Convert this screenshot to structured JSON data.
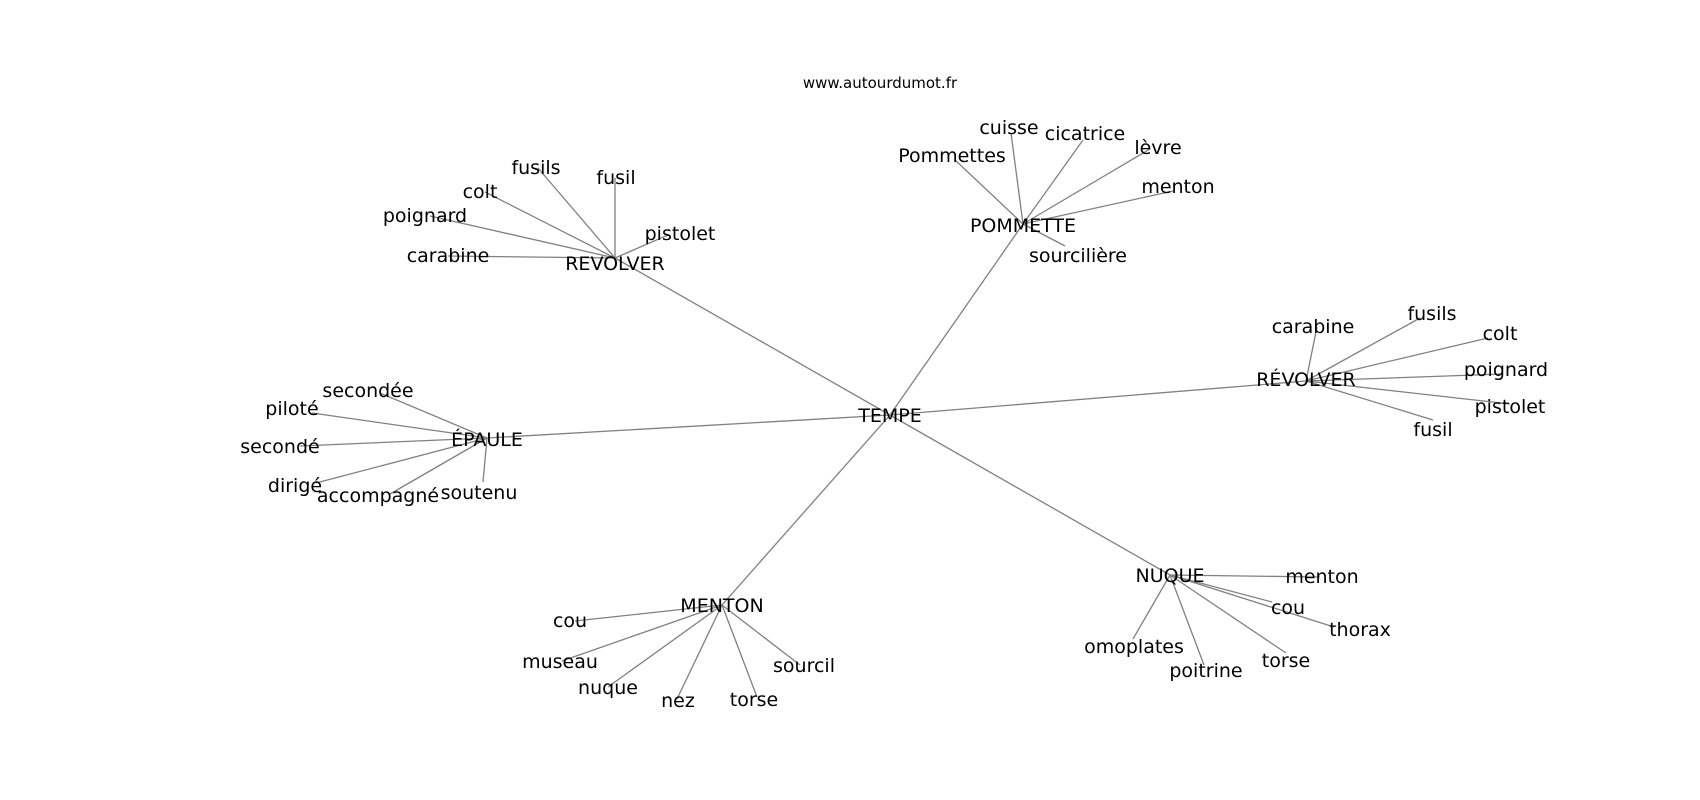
{
  "source_label": "www.autourdumot.fr",
  "graph": {
    "center": "TEMPE",
    "hubs": [
      {
        "label": "REVOLVER",
        "words": [
          "carabine",
          "poignard",
          "colt",
          "fusils",
          "fusil",
          "pistolet"
        ]
      },
      {
        "label": "POMMETTE",
        "words": [
          "Pommettes",
          "cuisse",
          "cicatrice",
          "lèvre",
          "menton",
          "sourcilière"
        ]
      },
      {
        "label": "RÉVOLVER",
        "words": [
          "carabine",
          "fusils",
          "colt",
          "poignard",
          "pistolet",
          "fusil"
        ]
      },
      {
        "label": "ÉPAULE",
        "words": [
          "secondée",
          "piloté",
          "secondé",
          "dirigé",
          "accompagné",
          "soutenu"
        ]
      },
      {
        "label": "MENTON",
        "words": [
          "cou",
          "museau",
          "nuque",
          "nez",
          "torse",
          "sourcil"
        ]
      },
      {
        "label": "NUQUE",
        "words": [
          "menton",
          "cou",
          "thorax",
          "omoplates",
          "poitrine",
          "torse"
        ]
      }
    ]
  }
}
